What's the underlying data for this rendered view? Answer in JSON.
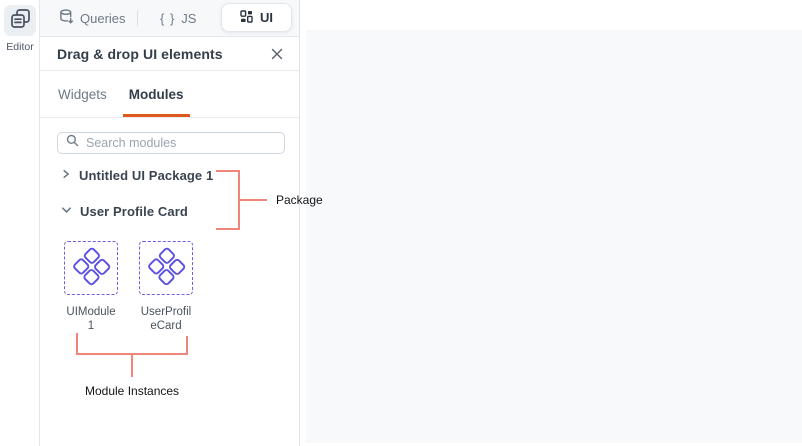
{
  "sidebar": {
    "editor_label": "Editor"
  },
  "topbar": {
    "queries_label": "Queries",
    "js_braces": "{ }",
    "js_label": "JS",
    "ui_label": "UI"
  },
  "panel": {
    "title": "Drag & drop UI elements",
    "tabs": [
      {
        "label": "Widgets",
        "active": false
      },
      {
        "label": "Modules",
        "active": true
      }
    ],
    "search_placeholder": "Search modules",
    "tree": [
      {
        "label": "Untitled UI Package 1",
        "state": "collapsed"
      },
      {
        "label": "User Profile Card",
        "state": "expanded"
      }
    ],
    "modules": [
      {
        "name": "UIModule 1"
      },
      {
        "name": "UserProfileCard"
      }
    ]
  },
  "annotations": {
    "package_label": "Package",
    "module_instances_label": "Module Instances"
  },
  "colors": {
    "accent_orange": "#E0591C",
    "module_purple": "#5D51E2",
    "annotation_salmon": "#F0867B",
    "canvas_gray": "#F8F9FB"
  }
}
